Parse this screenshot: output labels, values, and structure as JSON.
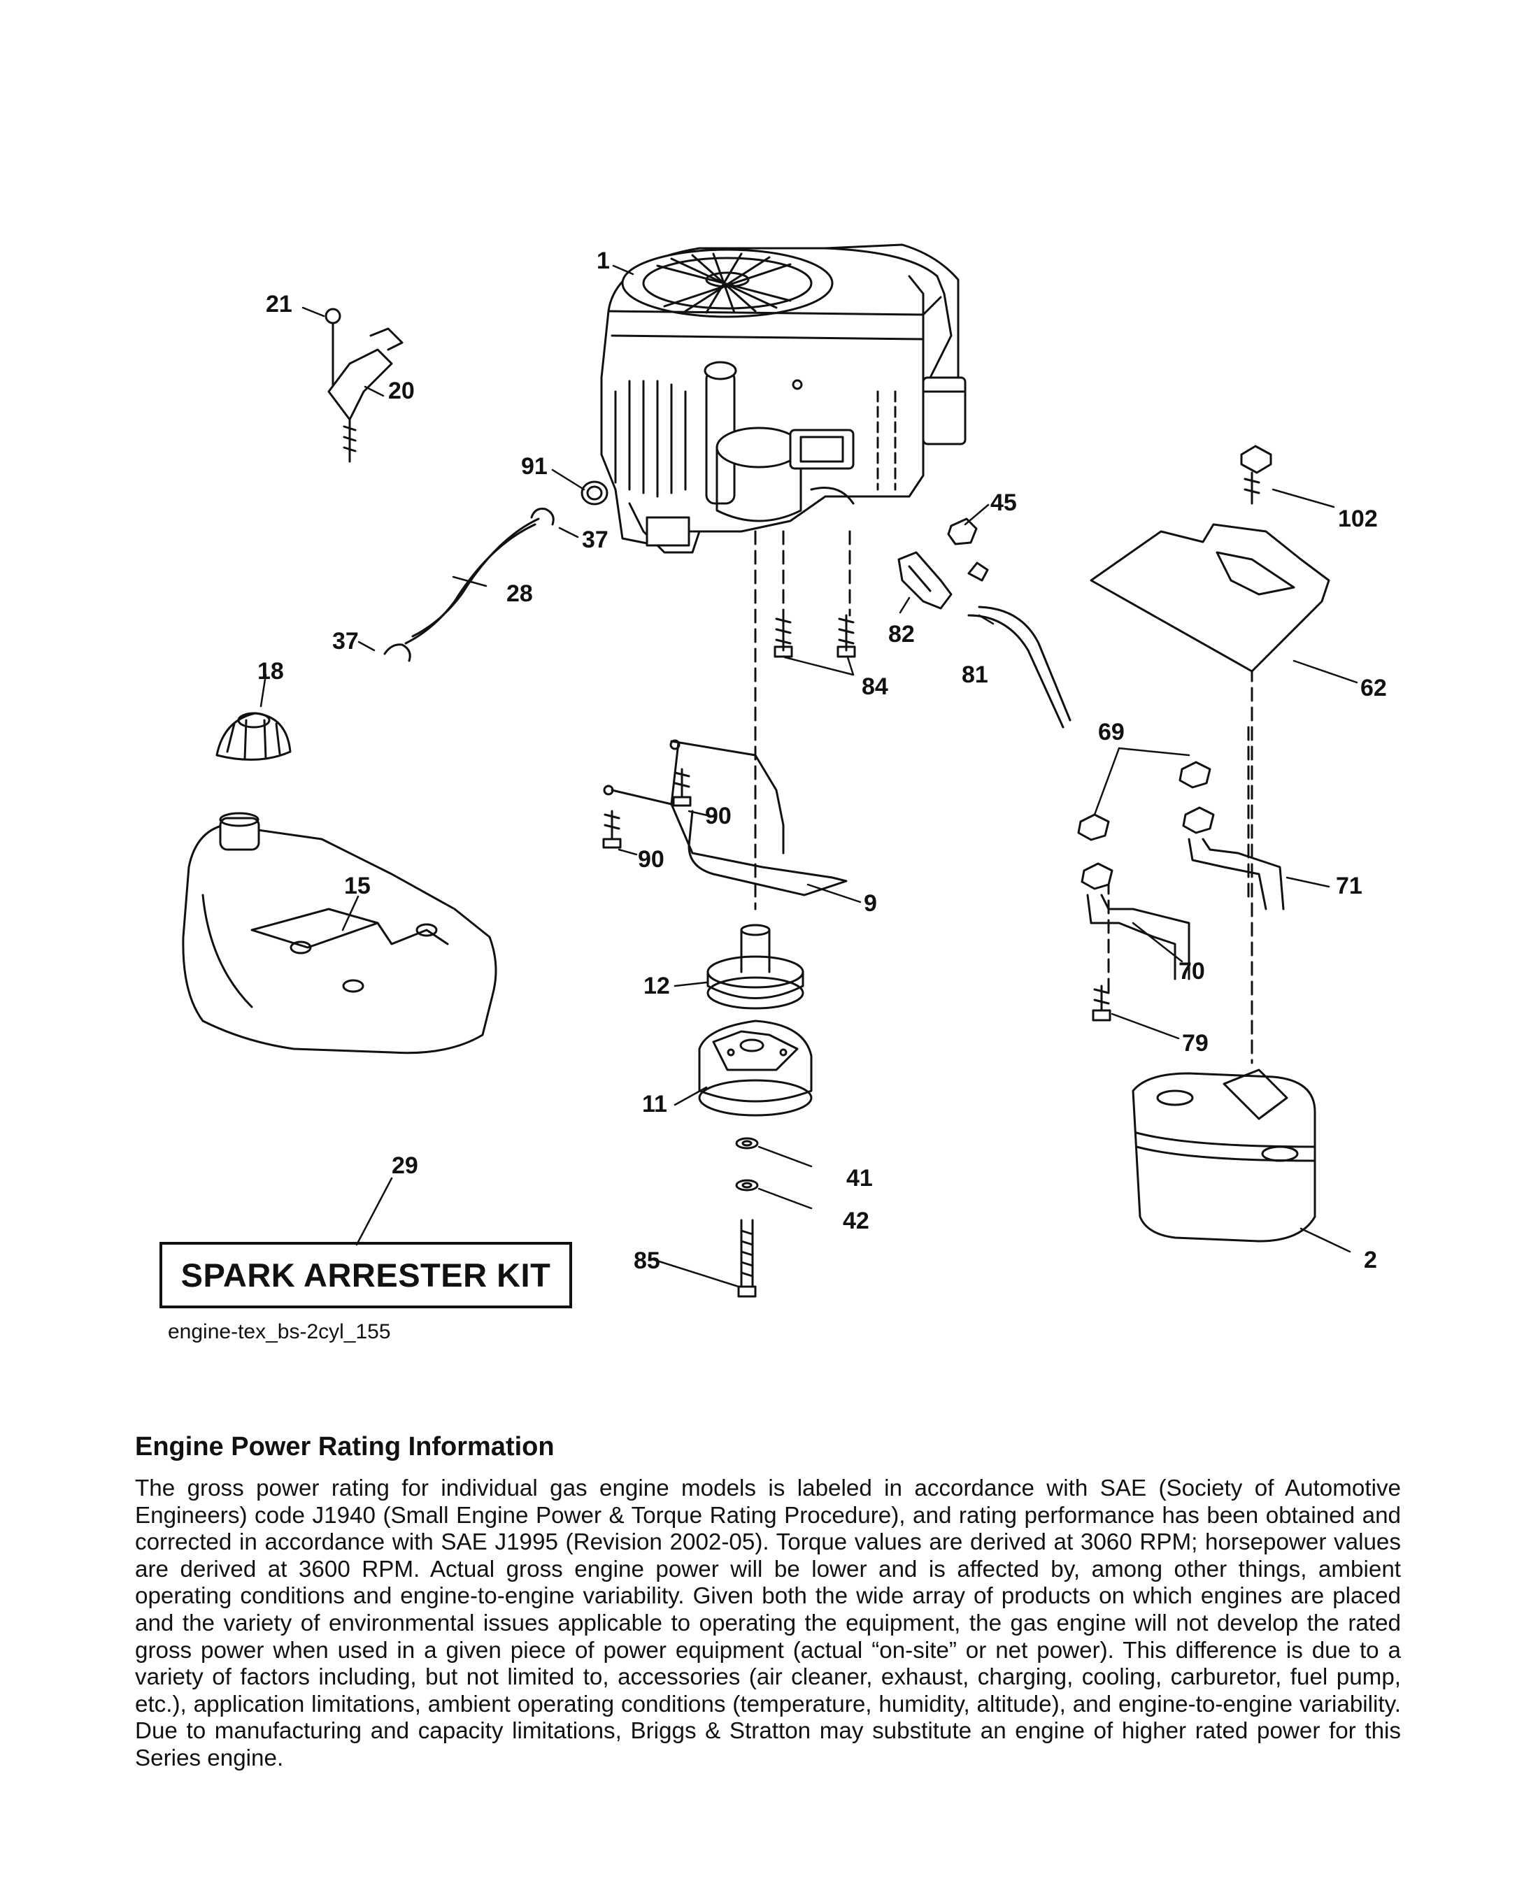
{
  "diagram": {
    "callouts": {
      "c1": "1",
      "c2": "2",
      "c9": "9",
      "c11": "11",
      "c12": "12",
      "c15": "15",
      "c18": "18",
      "c20": "20",
      "c21": "21",
      "c28": "28",
      "c29": "29",
      "c37a": "37",
      "c37b": "37",
      "c41": "41",
      "c42": "42",
      "c45": "45",
      "c62": "62",
      "c69": "69",
      "c70": "70",
      "c71": "71",
      "c79": "79",
      "c81": "81",
      "c82": "82",
      "c84": "84",
      "c85": "85",
      "c90a": "90",
      "c90b": "90",
      "c91": "91",
      "c102": "102"
    },
    "kit_label": "SPARK ARRESTER KIT",
    "diagram_id": "engine-tex_bs-2cyl_155"
  },
  "info": {
    "heading": "Engine Power Rating Information",
    "body": "The gross power rating for individual gas engine models is labeled in accordance with SAE (Society of Automotive Engineers) code J1940 (Small Engine Power & Torque Rating Procedure), and rating performance has been obtained and corrected in accordance with SAE J1995 (Revision 2002-05). Torque values are derived at 3060 RPM; horsepower values are derived at 3600 RPM. Actual gross engine power will be lower and is affected by, among other things, ambient operating conditions and engine-to-engine variability. Given both the wide array of products on which engines are placed and the variety of environmental issues applicable to operating the equipment, the gas engine will not develop the rated gross power when used in a given piece of power equipment (actual “on-site” or net power). This difference is due to a variety of factors including, but not limited to, accessories (air cleaner, exhaust, charging, cooling, carburetor, fuel pump, etc.), application limitations, ambient operating conditions (temperature, humidity, altitude), and engine-to-engine variability. Due to manufacturing and capacity limitations, Briggs & Stratton may substitute an engine of higher rated power for this Series engine."
  }
}
